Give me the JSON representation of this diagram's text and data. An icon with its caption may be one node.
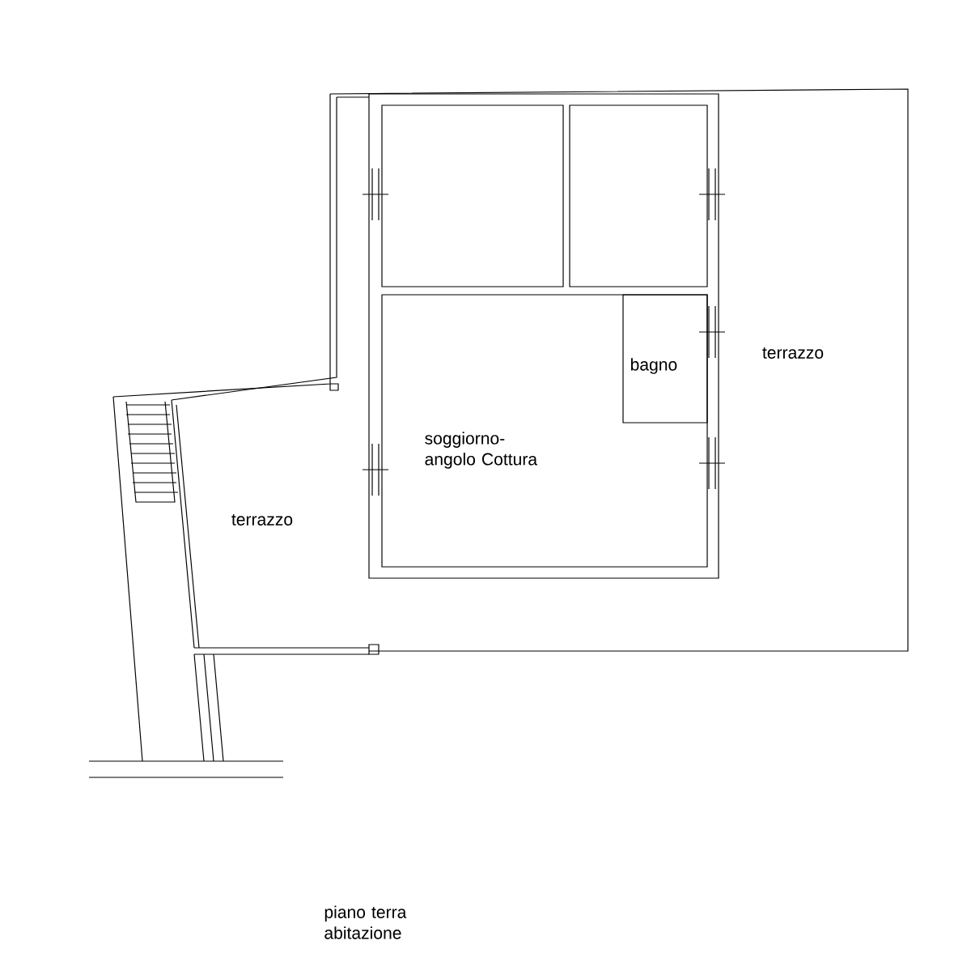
{
  "diagram": {
    "nodes": [
      {
        "text": [],
        "shape": "box"
      },
      {
        "text": [],
        "shape": "box"
      },
      {
        "text": [
          "soggiorno- angolo Cottura"
        ]
      },
      {
        "text": [
          "bagno"
        ],
        "in": 2
      },
      {
        "text": [
          "terrazzo"
        ]
      },
      {
        "text": [
          "terrazzo"
        ]
      }
    ],
    "edges": [],
    "labels": [
      "piano terra abitazione"
    ]
  }
}
